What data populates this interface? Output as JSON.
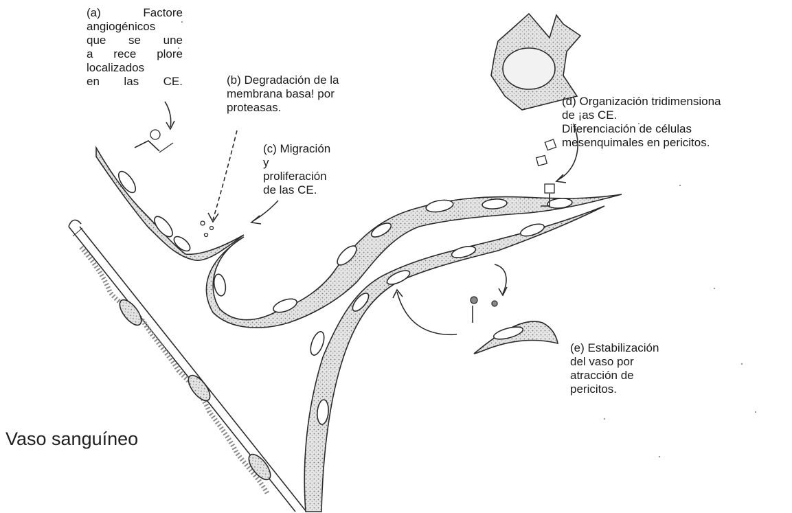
{
  "labels": {
    "a": [
      "(a)  Factore",
      "angiogénicos",
      "que se une",
      "a rece plore",
      "localizados",
      "en las CE."
    ],
    "b": [
      "(b) Degradación de la",
      "membrana basa! por",
      "proteasas."
    ],
    "c": [
      "(c) Migración",
      "y",
      "proliferación",
      "de las CE."
    ],
    "d": [
      "(d) Organización tridimensiona",
      "de ¡as CE.",
      "Diferenciación de células",
      "mesenquimales en pericitos."
    ],
    "e": [
      "(e)  Estabilización",
      "del vaso por",
      "atracción de",
      "pericitos."
    ],
    "vessel": "Vaso sanguíneo"
  },
  "colors": {
    "ink": "#2a2a2a",
    "cell_fill": "#d6d6d6",
    "stipple": "#8a8a8a",
    "background": "#ffffff"
  }
}
